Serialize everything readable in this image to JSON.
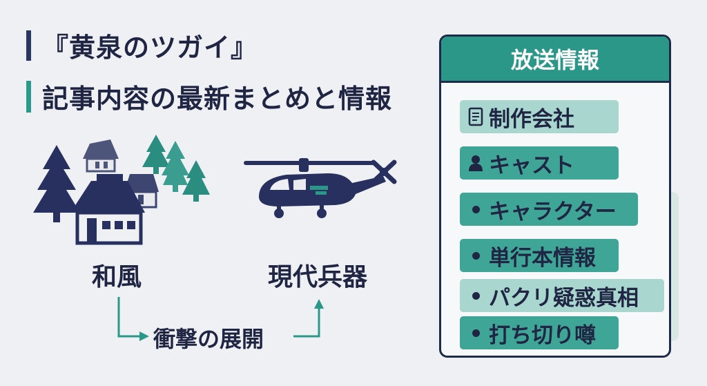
{
  "header": {
    "title": "『黄泉のツガイ』",
    "subtitle": "記事内容の最新まとめと情報"
  },
  "diagram": {
    "left_label": "和風",
    "right_label": "現代兵器",
    "connector_label": "衝撃の展開",
    "left_icon": "japanese-village-icon",
    "right_icon": "helicopter-icon"
  },
  "panel": {
    "title": "放送情報",
    "items": [
      {
        "label": "制作会社",
        "icon": "document-icon"
      },
      {
        "label": "キャスト",
        "icon": "person-icon"
      },
      {
        "label": "キャラクター",
        "icon": "bullet"
      },
      {
        "label": "単行本情報",
        "icon": "bullet"
      },
      {
        "label": "パクリ疑惑真相",
        "icon": "bullet"
      },
      {
        "label": "打ち切り噂",
        "icon": "bullet"
      }
    ]
  },
  "colors": {
    "navy": "#1f2542",
    "teal": "#2b9788",
    "light_teal": "#a9d6cf",
    "background": "#eef0f3"
  }
}
